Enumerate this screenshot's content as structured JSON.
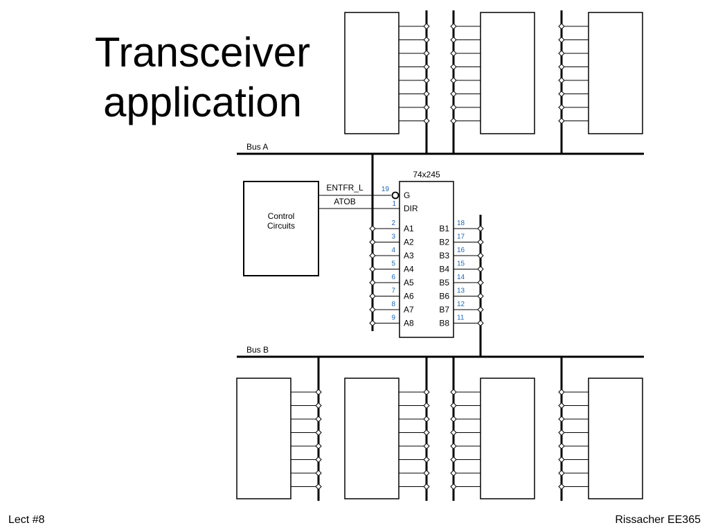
{
  "title": {
    "line1": "Transceiver",
    "line2": "application"
  },
  "footer": {
    "left": "Lect #8",
    "right": "Rissacher EE365"
  },
  "diagram": {
    "bus_a_label": "Bus A",
    "bus_b_label": "Bus B",
    "chip": {
      "name": "74x245",
      "g_label": "G",
      "g_pin": "19",
      "dir_label": "DIR",
      "dir_pin": "1",
      "a_pins": [
        {
          "label": "A1",
          "pin": "2"
        },
        {
          "label": "A2",
          "pin": "3"
        },
        {
          "label": "A3",
          "pin": "4"
        },
        {
          "label": "A4",
          "pin": "5"
        },
        {
          "label": "A5",
          "pin": "6"
        },
        {
          "label": "A6",
          "pin": "7"
        },
        {
          "label": "A7",
          "pin": "8"
        },
        {
          "label": "A8",
          "pin": "9"
        }
      ],
      "b_pins": [
        {
          "label": "B1",
          "pin": "18"
        },
        {
          "label": "B2",
          "pin": "17"
        },
        {
          "label": "B3",
          "pin": "16"
        },
        {
          "label": "B4",
          "pin": "15"
        },
        {
          "label": "B5",
          "pin": "14"
        },
        {
          "label": "B6",
          "pin": "13"
        },
        {
          "label": "B7",
          "pin": "12"
        },
        {
          "label": "B8",
          "pin": "11"
        }
      ]
    },
    "control": {
      "line1": "Control",
      "line2": "Circuits"
    },
    "signals": {
      "enable": "ENTFR_L",
      "direction": "ATOB"
    }
  }
}
